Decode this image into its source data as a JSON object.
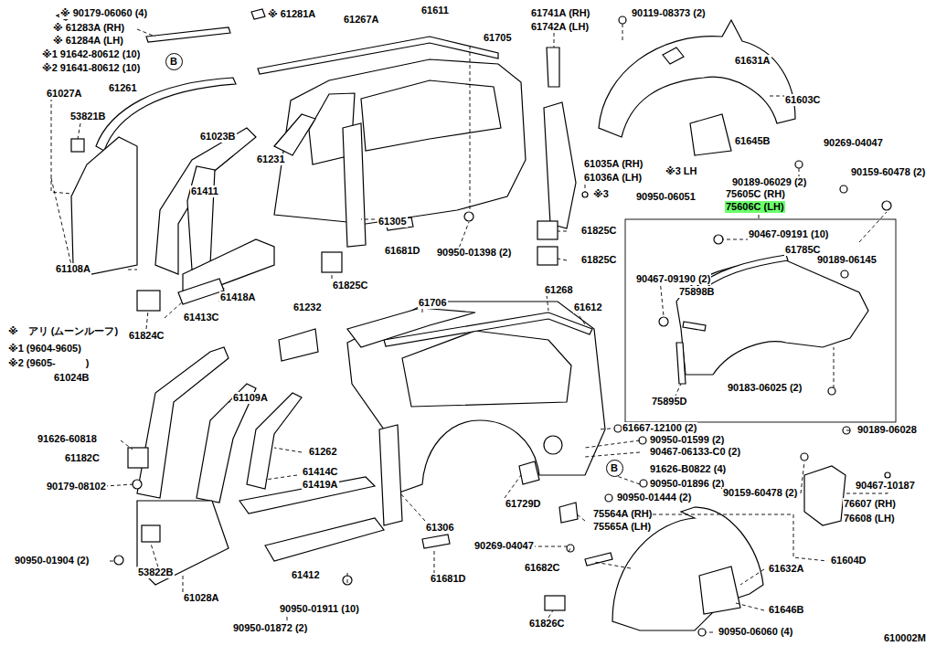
{
  "diagram": {
    "nodes": [
      {
        "text": [
          "75605C (RH)",
          "75606C (LH)"
        ]
      },
      {
        "text": [
          "B"
        ]
      },
      {
        "text": [
          "B"
        ]
      }
    ],
    "labels": [
      "※ 90179-06060 (4)",
      "※ 61281A",
      "61267A",
      "61611",
      "61705",
      "61741A (RH)",
      "61742A (LH)",
      "90119-08373 (2)",
      "61631A",
      "61603C",
      "61645B",
      "90269-04047",
      "90189-06029 (2)",
      "90159-60478 (2)",
      "90467-09191 (10)",
      "61785C",
      "90189-06145",
      "90467-09190 (2)",
      "75898B",
      "90183-06025 (2)",
      "75895D",
      "※ 61283A (RH)",
      "※ 61284A (LH)",
      "※1 91642-80612 (10)",
      "※2 91641-80612 (10)",
      "61027A",
      "61261",
      "53821B",
      "61023B",
      "61231",
      "61305",
      "61411",
      "61035A (RH)",
      "61036A (LH)",
      "※3 LH",
      "※3",
      "90950-06051",
      "90950-01398 (2)",
      "61681D",
      "61825C",
      "61825C",
      "61825C",
      "61108A",
      "61418A",
      "61413C",
      "61824C",
      "※　アリ (ムーンルーフ)",
      "※1 (9604-9605)",
      "※2 (9605-　　　)",
      "61232",
      "61706",
      "61268",
      "61612",
      "61024B",
      "61109A",
      "61262",
      "91626-60818",
      "61182C",
      "90179-08102",
      "61414C",
      "61419A",
      "61667-12100 (2)",
      "90950-01599 (2)",
      "90467-06133-C0 (2)",
      "91626-B0822 (4)",
      "90950-01896 (2)",
      "90950-01444 (2)",
      "61729D",
      "75564A (RH)",
      "75565A (LH)",
      "90189-06028",
      "90159-60478 (2)",
      "90467-10187",
      "76607 (RH)",
      "76608 (LH)",
      "90950-01904 (2)",
      "53822B",
      "61028A",
      "61306",
      "61412",
      "90950-01911 (10)",
      "90950-01872 (2)",
      "61681D",
      "90269-04047",
      "61682C",
      "61826C",
      "61632A",
      "61604D",
      "61646B",
      "90950-06060 (4)",
      "610002M"
    ]
  }
}
